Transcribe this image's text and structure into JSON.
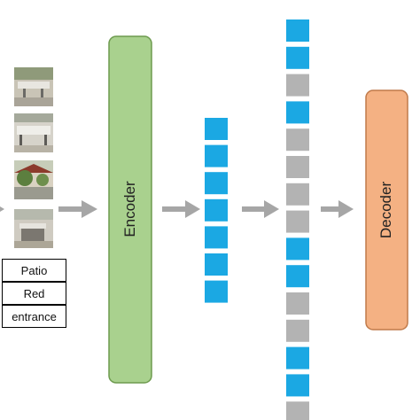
{
  "input": {
    "image_count": 4,
    "text_tokens": [
      "Patio",
      "Red",
      "entrance"
    ]
  },
  "encoder": {
    "label": "Encoder",
    "color": "#a9d18e",
    "border": "#6d9a4e"
  },
  "decoder": {
    "label": "Decoder",
    "color": "#f4b183",
    "border": "#c07a4a"
  },
  "encoded_tokens": {
    "count": 7,
    "color": "#1ba8e3"
  },
  "sequence": {
    "cells": [
      "blue",
      "blue",
      "gray",
      "blue",
      "gray",
      "gray",
      "gray",
      "gray",
      "blue",
      "blue",
      "gray",
      "gray",
      "blue",
      "blue",
      "gray"
    ],
    "blue": "#1ba8e3",
    "gray": "#b3b3b3"
  },
  "arrow_color": "#a6a6a6"
}
